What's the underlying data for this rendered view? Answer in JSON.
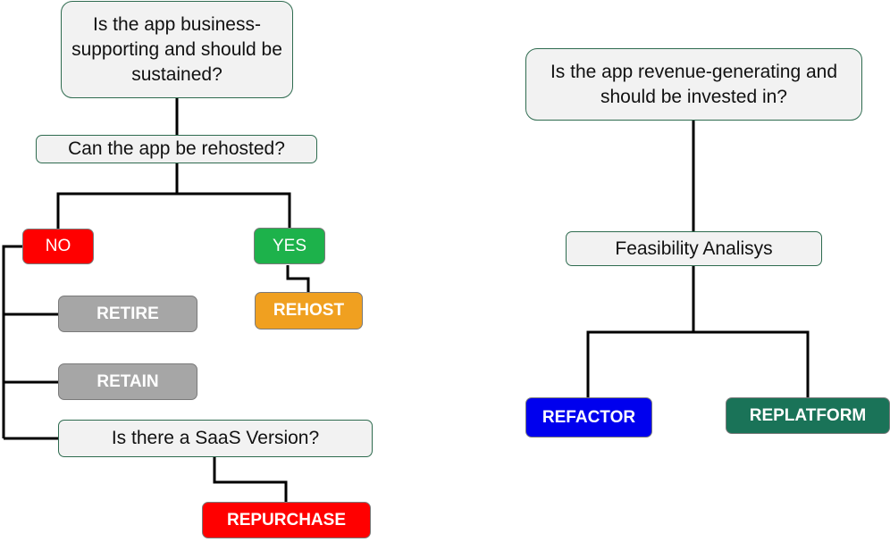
{
  "left_flow": {
    "question_sustain": "Is the app business-supporting and should be sustained?",
    "question_rehost": "Can the app be rehosted?",
    "answer_no": "NO",
    "answer_yes": "YES",
    "option_retire": "RETIRE",
    "option_retain": "RETAIN",
    "option_rehost": "REHOST",
    "question_saas": "Is there a SaaS Version?",
    "option_repurchase": "REPURCHASE"
  },
  "right_flow": {
    "question_invest": "Is the app revenue-generating and should be invested in?",
    "feasibility": "Feasibility Analisys",
    "option_refactor": "REFACTOR",
    "option_replatform": "REPLATFORM"
  },
  "colors": {
    "question_fill": "#f2f2f2",
    "question_border": "#2e6b4f",
    "no": "#ff0000",
    "yes": "#1db24b",
    "retire": "#a6a6a6",
    "retain": "#a6a6a6",
    "rehost": "#f0a020",
    "repurchase": "#ff0000",
    "refactor": "#0000ee",
    "replatform": "#1a7358",
    "connector": "#000000"
  }
}
